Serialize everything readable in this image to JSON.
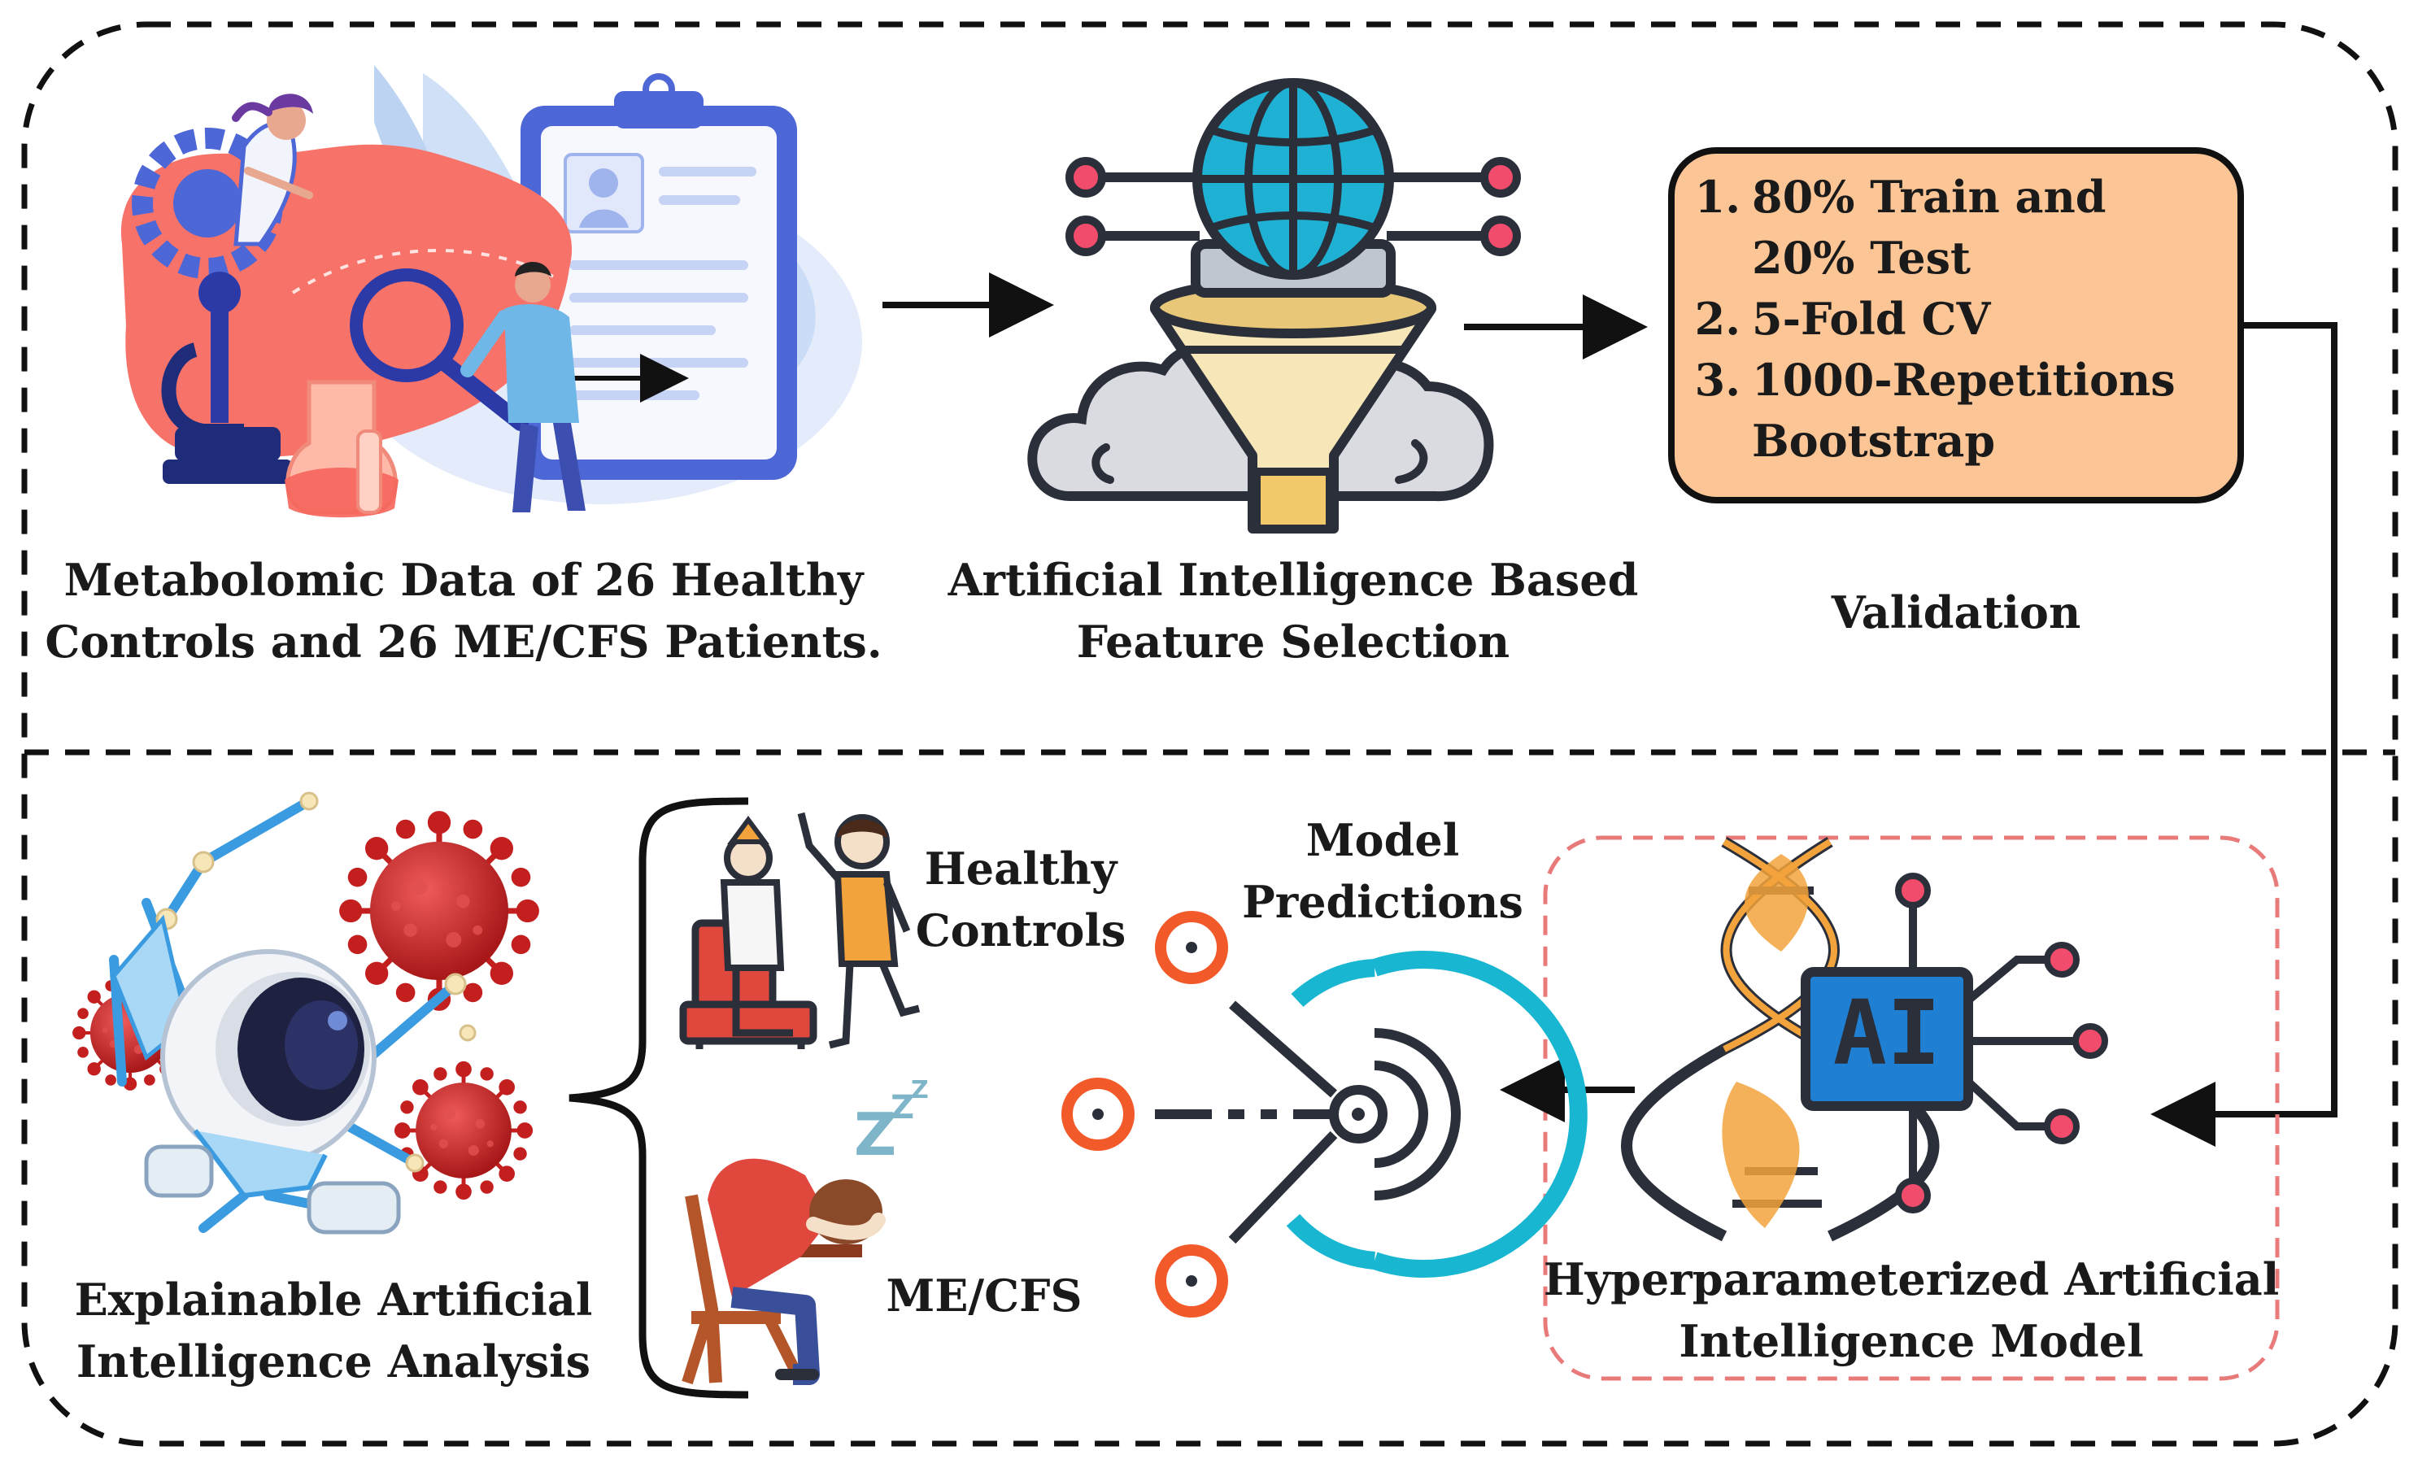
{
  "colors": {
    "validation_fill": "#fbc595",
    "dna_orange": "#f3a33c",
    "ai_chip_blue": "#1f80d3",
    "node_orange": "#f25a2a",
    "arc_cyan": "#19b6d2",
    "virus_red": "#d42a2a",
    "dashed_red": "#e87a7a"
  },
  "top_row": {
    "metabolomic_label": [
      "Metabolomic Data of 26 Healthy",
      "Controls and 26 ME/CFS Patients."
    ],
    "feature_selection_label": [
      "Artificial Intelligence Based",
      "Feature Selection"
    ],
    "validation_title": "Validation",
    "validation_items": [
      {
        "num": "1.",
        "lines": [
          "80% Train and",
          "20% Test"
        ]
      },
      {
        "num": "2.",
        "lines": [
          "5-Fold CV"
        ]
      },
      {
        "num": "3.",
        "lines": [
          "1000-Repetitions",
          "Bootstrap"
        ]
      }
    ]
  },
  "bottom_row": {
    "model_label": [
      "Hyperparameterized Artificial",
      "Intelligence Model"
    ],
    "ai_chip_text": "AI",
    "predictions_label": [
      "Model",
      "Predictions"
    ],
    "healthy_label": [
      "Healthy",
      "Controls"
    ],
    "mecfs_label": "ME/CFS",
    "sleep_text": "Z",
    "xai_label": [
      "Explainable Artificial",
      "Intelligence Analysis"
    ]
  },
  "icons": [
    "medical-research-illustration",
    "globe-funnel-cloud-icon",
    "dna-ai-chip-icon",
    "prediction-nodes-icon",
    "healthy-person-icon",
    "tired-patient-icon",
    "robot-virus-illustration"
  ]
}
